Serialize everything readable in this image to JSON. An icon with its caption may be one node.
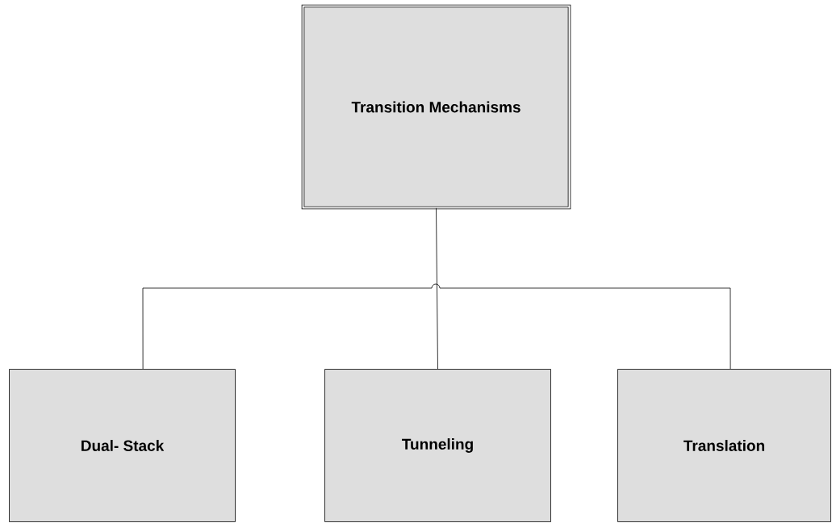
{
  "diagram": {
    "nodes": [
      {
        "text": [
          "Transition Mechanisms"
        ]
      },
      {
        "text": [
          "Dual- Stack"
        ]
      },
      {
        "text": [
          "Tunneling"
        ]
      },
      {
        "text": [
          "Translation"
        ]
      }
    ],
    "edges": [
      {
        "from": 0,
        "to": 2,
        "arrow": "none"
      },
      {
        "from": 1,
        "to": 3,
        "arrow": "none"
      }
    ]
  }
}
